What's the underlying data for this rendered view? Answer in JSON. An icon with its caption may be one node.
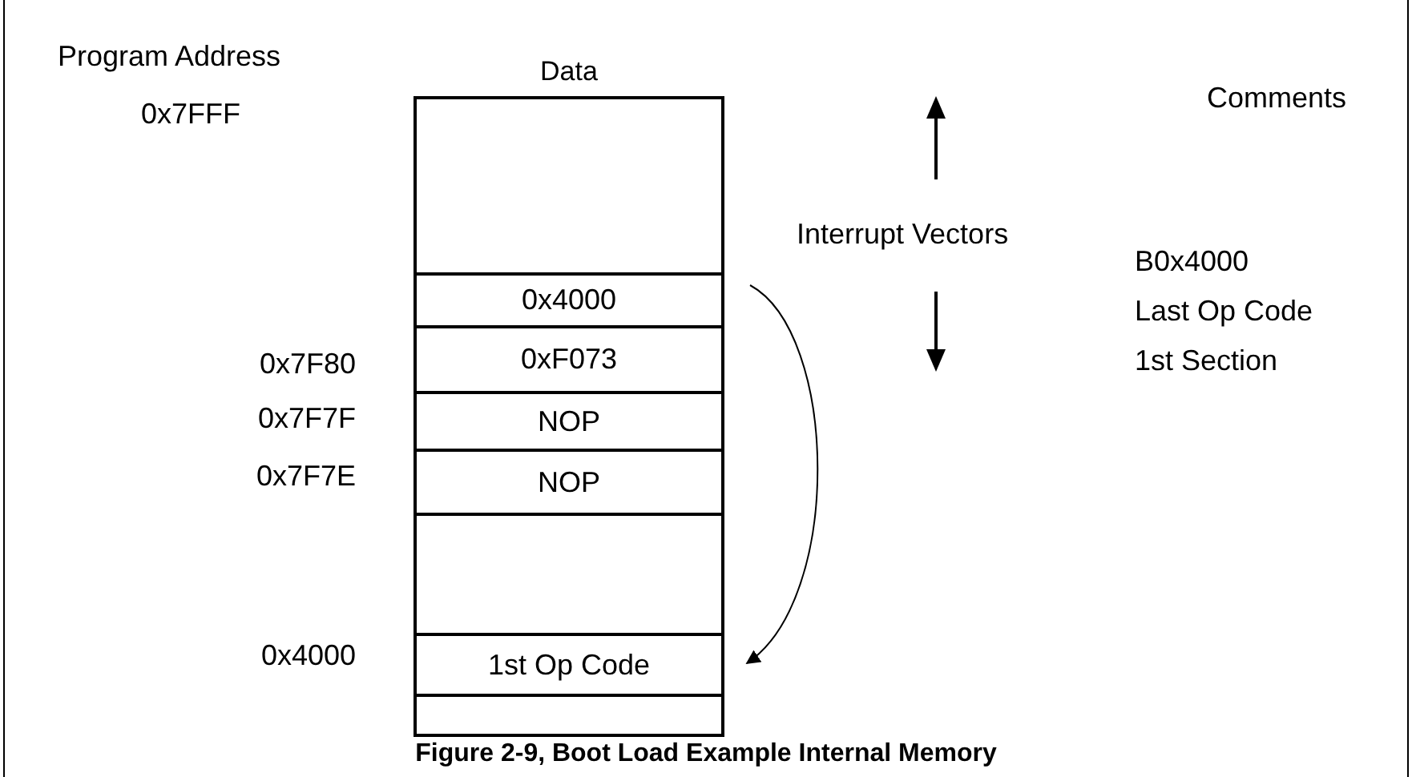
{
  "diagram": {
    "caption": "Figure 2-9, Boot Load Example Internal Memory",
    "nodes": [
      {
        "text": [
          "Data"
        ]
      },
      {
        "text": [
          "0x4000"
        ],
        "in": 0
      },
      {
        "text": [
          "0xF073"
        ],
        "in": 0
      },
      {
        "text": [
          "NOP"
        ],
        "in": 0
      },
      {
        "text": [
          "NOP"
        ],
        "in": 0
      },
      {
        "text": [
          "1st Op Code"
        ],
        "in": 0
      }
    ],
    "edges": [
      {
        "from": 1,
        "to": 5,
        "arrow": "to"
      }
    ],
    "labels": [
      "Program Address",
      "0x7FFF",
      "Comments",
      "Interrupt Vectors",
      "B0x4000",
      "Last Op Code",
      "0x7F80",
      "1st Section",
      "0x7F7F",
      "0x7F7E",
      "0x4000"
    ]
  }
}
